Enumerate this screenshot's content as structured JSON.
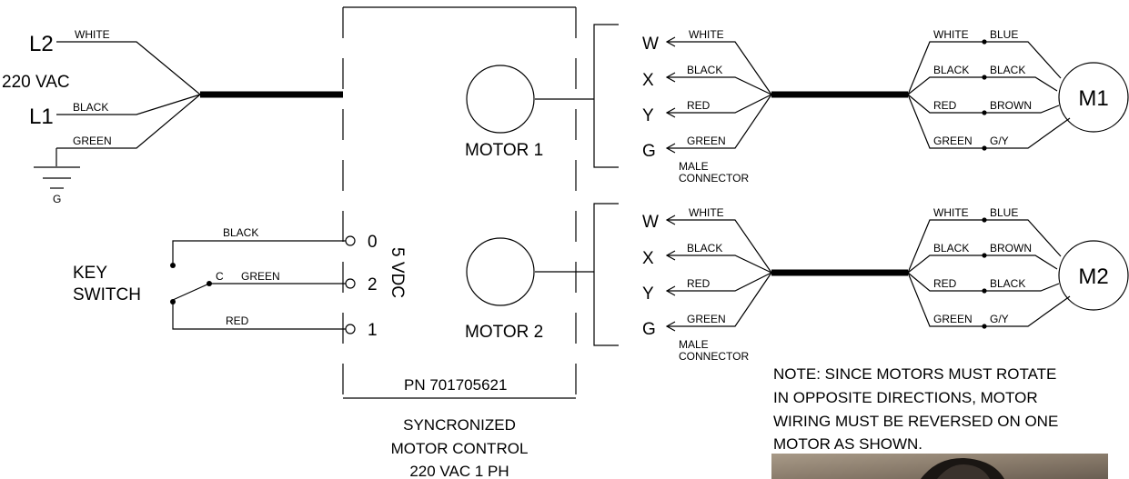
{
  "supply": {
    "l2": "L2",
    "l1": "L1",
    "voltage": "220 VAC",
    "wire_white": "WHITE",
    "wire_black": "BLACK",
    "wire_green": "GREEN",
    "ground": "G"
  },
  "key_switch": {
    "label_line1": "KEY",
    "label_line2": "SWITCH",
    "common": "C",
    "wire_black": "BLACK",
    "wire_green": "GREEN",
    "wire_red": "RED",
    "terminal_0": "0",
    "terminal_2": "2",
    "terminal_1": "1",
    "vdc": "5 VDC"
  },
  "controller": {
    "motor1": "MOTOR 1",
    "motor2": "MOTOR 2",
    "part_number": "PN 701705621",
    "caption_line1": "SYNCRONIZED",
    "caption_line2": "MOTOR CONTROL",
    "caption_line3": "220 VAC 1 PH"
  },
  "connector1": {
    "pins": [
      "W",
      "X",
      "Y",
      "G"
    ],
    "wires": [
      "WHITE",
      "BLACK",
      "RED",
      "GREEN"
    ],
    "label_line1": "MALE",
    "label_line2": "CONNECTOR"
  },
  "connector2": {
    "pins": [
      "W",
      "X",
      "Y",
      "G"
    ],
    "wires": [
      "WHITE",
      "BLACK",
      "RED",
      "GREEN"
    ],
    "label_line1": "MALE",
    "label_line2": "CONNECTOR"
  },
  "motor_m1": {
    "name": "M1",
    "cable_colors": [
      "WHITE",
      "BLACK",
      "RED",
      "GREEN"
    ],
    "motor_colors": [
      "BLUE",
      "BLACK",
      "BROWN",
      "G/Y"
    ]
  },
  "motor_m2": {
    "name": "M2",
    "cable_colors": [
      "WHITE",
      "BLACK",
      "RED",
      "GREEN"
    ],
    "motor_colors": [
      "BLUE",
      "BROWN",
      "BLACK",
      "G/Y"
    ]
  },
  "note": {
    "line1": "NOTE:  SINCE MOTORS MUST ROTATE",
    "line2": "IN OPPOSITE DIRECTIONS, MOTOR",
    "line3": "WIRING MUST BE REVERSED ON ONE",
    "line4": "MOTOR AS SHOWN."
  }
}
